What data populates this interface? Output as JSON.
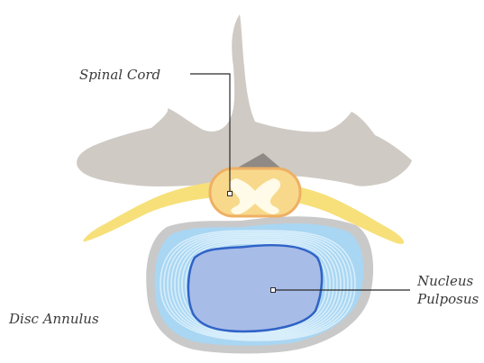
{
  "labels": {
    "spinal_cord": "Spinal Cord",
    "disc_annulus": "Disc Annulus",
    "nucleus_line1": "Nucleus",
    "nucleus_line2": "Pulposus"
  },
  "colors": {
    "bone": "#cfcac4",
    "bone_shadow": "#8f8a85",
    "nerve": "#f7e07a",
    "cord_fill": "#f8d98b",
    "cord_outline": "#eeb064",
    "grey_matter": "#fffbe8",
    "annulus_fill": "#a9d6f2",
    "annulus_rings": "#d8eefb",
    "annulus_outer": "#c9c9c9",
    "nucleus_fill": "#a8bce8",
    "nucleus_outline": "#2f63c6",
    "leader": "#2a2a2a"
  }
}
